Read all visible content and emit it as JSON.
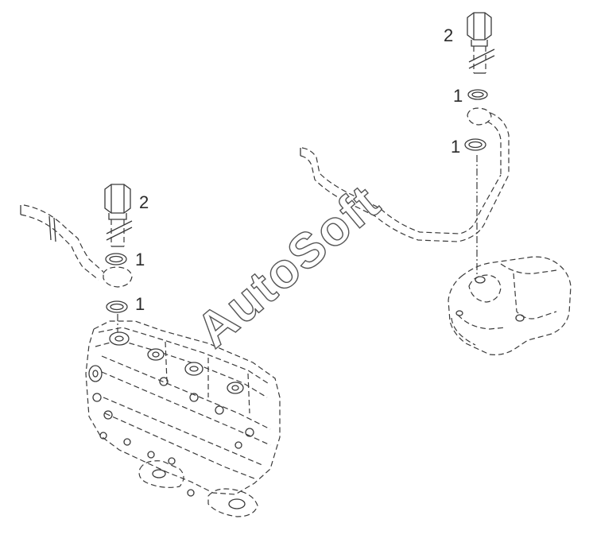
{
  "watermark": "AutoSoft",
  "callouts": {
    "left_bolt": "2",
    "left_washer_upper": "1",
    "left_washer_lower": "1",
    "right_bolt": "2",
    "right_washer_upper": "1",
    "right_washer_lower": "1"
  }
}
